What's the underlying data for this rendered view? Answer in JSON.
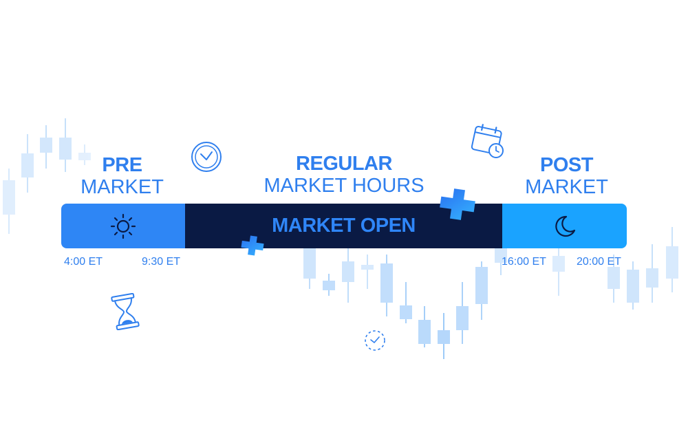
{
  "sessions": {
    "pre": {
      "title": "PRE",
      "subtitle": "MARKET",
      "icon": "sun-icon",
      "color": "#2e86f5"
    },
    "regular": {
      "title": "REGULAR",
      "subtitle": "MARKET HOURS",
      "bar_label": "MARKET OPEN",
      "color": "#0a1a44"
    },
    "post": {
      "title": "POST",
      "subtitle": "MARKET",
      "icon": "moon-icon",
      "color": "#1aa3ff"
    }
  },
  "times": [
    "4:00 ET",
    "9:30 ET",
    "16:00 ET",
    "20:00 ET"
  ],
  "accent_color": "#2f7fee",
  "decorations": [
    "clock-icon",
    "calendar-clock-icon",
    "hourglass-icon",
    "dashed-clock-icon",
    "plus-icon"
  ]
}
